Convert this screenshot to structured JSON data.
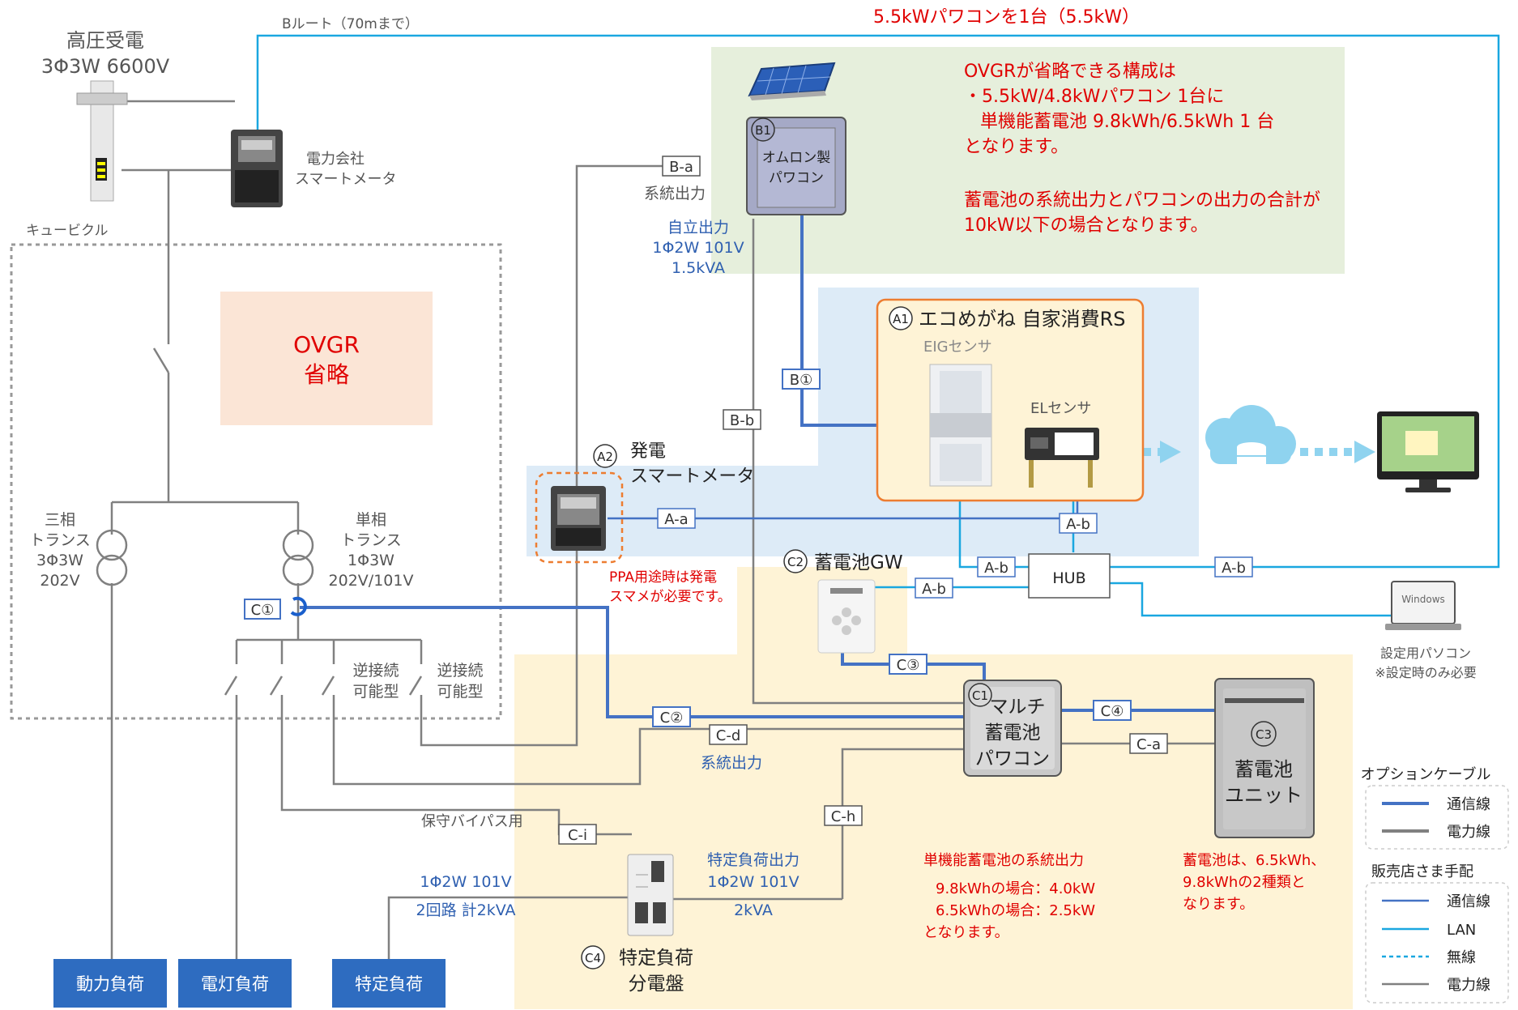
{
  "header": {
    "title_top": "5.5kWパワコンを1台（5.5kW）",
    "broute": "Bルート（70mまで）",
    "hv_line1": "高圧受電",
    "hv_line2": "3Φ3W 6600V"
  },
  "meter": {
    "line1": "電力会社",
    "line2": "スマートメータ"
  },
  "cubicle": {
    "label": "キュービクル"
  },
  "ovgr": {
    "line1": "OVGR",
    "line2": "省略"
  },
  "note": {
    "line1": "OVGRが省略できる構成は",
    "line2": "・5.5kW/4.8kWパワコン 1台に",
    "line3": "単機能蓄電池 9.8kWh/6.5kWh  1 台",
    "line4": "となります。",
    "line5": "蓄電池の系統出力とパワコンの出力の合計が",
    "line6": "10kW以下の場合となります。"
  },
  "b1": {
    "badge": "B1",
    "line1": "オムロン製",
    "line2": "パワコン",
    "ba": "B-a",
    "ba_sub": "系統出力",
    "bb": "B-b",
    "b_circle": "B①"
  },
  "jiritsu": {
    "line1": "自立出力",
    "line2": "1Φ2W 101V",
    "line3": "1.5kVA"
  },
  "a1": {
    "badge": "A1",
    "title": "エコめがね 自家消費RS",
    "eig": "EIGセンサ",
    "el": "ELセンサ"
  },
  "a2": {
    "badge": "A2",
    "line1": "発電",
    "line2": "スマートメータ",
    "aa": "A-a",
    "ppa1": "PPA用途時は発電",
    "ppa2": "スマメが必要です。"
  },
  "hub": {
    "label": "HUB",
    "ab": "A-b"
  },
  "pc": {
    "screen": "Windows",
    "line1": "設定用パソコン",
    "line2": "※設定時のみ必要"
  },
  "c2": {
    "badge": "C2",
    "title": "蓄電池GW"
  },
  "c1": {
    "badge": "C1",
    "line1": "マルチ",
    "line2": "蓄電池",
    "line3": "パワコン"
  },
  "c3": {
    "badge": "C3",
    "line1": "蓄電池",
    "line2": "ユニット"
  },
  "c4": {
    "badge": "C4",
    "line1": "特定負荷",
    "line2": "分電盤"
  },
  "cables": {
    "c1": "C①",
    "c2": "C②",
    "c3": "C③",
    "c4": "C④",
    "ca": "C-a",
    "cd": "C-d",
    "ch": "C-h",
    "ci": "C-i"
  },
  "trans3": {
    "line1": "三相",
    "line2": "トランス",
    "line3": "3Φ3W",
    "line4": "202V"
  },
  "trans1": {
    "line1": "単相",
    "line2": "トランス",
    "line3": "1Φ3W",
    "line4": "202V/101V"
  },
  "gyaku": {
    "line1": "逆接続",
    "line2": "可能型"
  },
  "labels": {
    "keitou": "系統出力",
    "hoshu": "保守バイパス用",
    "left_load1": "1Φ2W 101V",
    "left_load2": "2回路 計2kVA",
    "tokutei_out1": "特定負荷出力",
    "tokutei_out2": "1Φ2W 101V",
    "tokutei_out3": "2kVA"
  },
  "red_notes": {
    "tan1": "単機能蓄電池の系統出力",
    "tan2": "9.8kWhの場合：4.0kW",
    "tan3": "6.5kWhの場合：2.5kW",
    "tan4": "となります。",
    "bat1": "蓄電池は、6.5kWh、",
    "bat2": "9.8kWhの2種類と",
    "bat3": "なります。"
  },
  "loads": {
    "doryoku": "動力負荷",
    "dento": "電灯負荷",
    "tokutei": "特定負荷"
  },
  "legend": {
    "option_title": "オプションケーブル",
    "opt_comm": "通信線",
    "opt_power": "電力線",
    "dealer_title": "販売店さま手配",
    "d_comm": "通信線",
    "d_lan": "LAN",
    "d_wireless": "無線",
    "d_power": "電力線"
  },
  "colors": {
    "comm": "#4472c4",
    "lan": "#1aa7e0",
    "power": "#808080",
    "red": "#e00000",
    "load_box": "#2e6cc0",
    "green_bg": "#e6efdc",
    "blue_bg": "#ddebf7",
    "yellow_bg": "#fef3d6",
    "ovgr_bg": "#fbe5d6"
  }
}
